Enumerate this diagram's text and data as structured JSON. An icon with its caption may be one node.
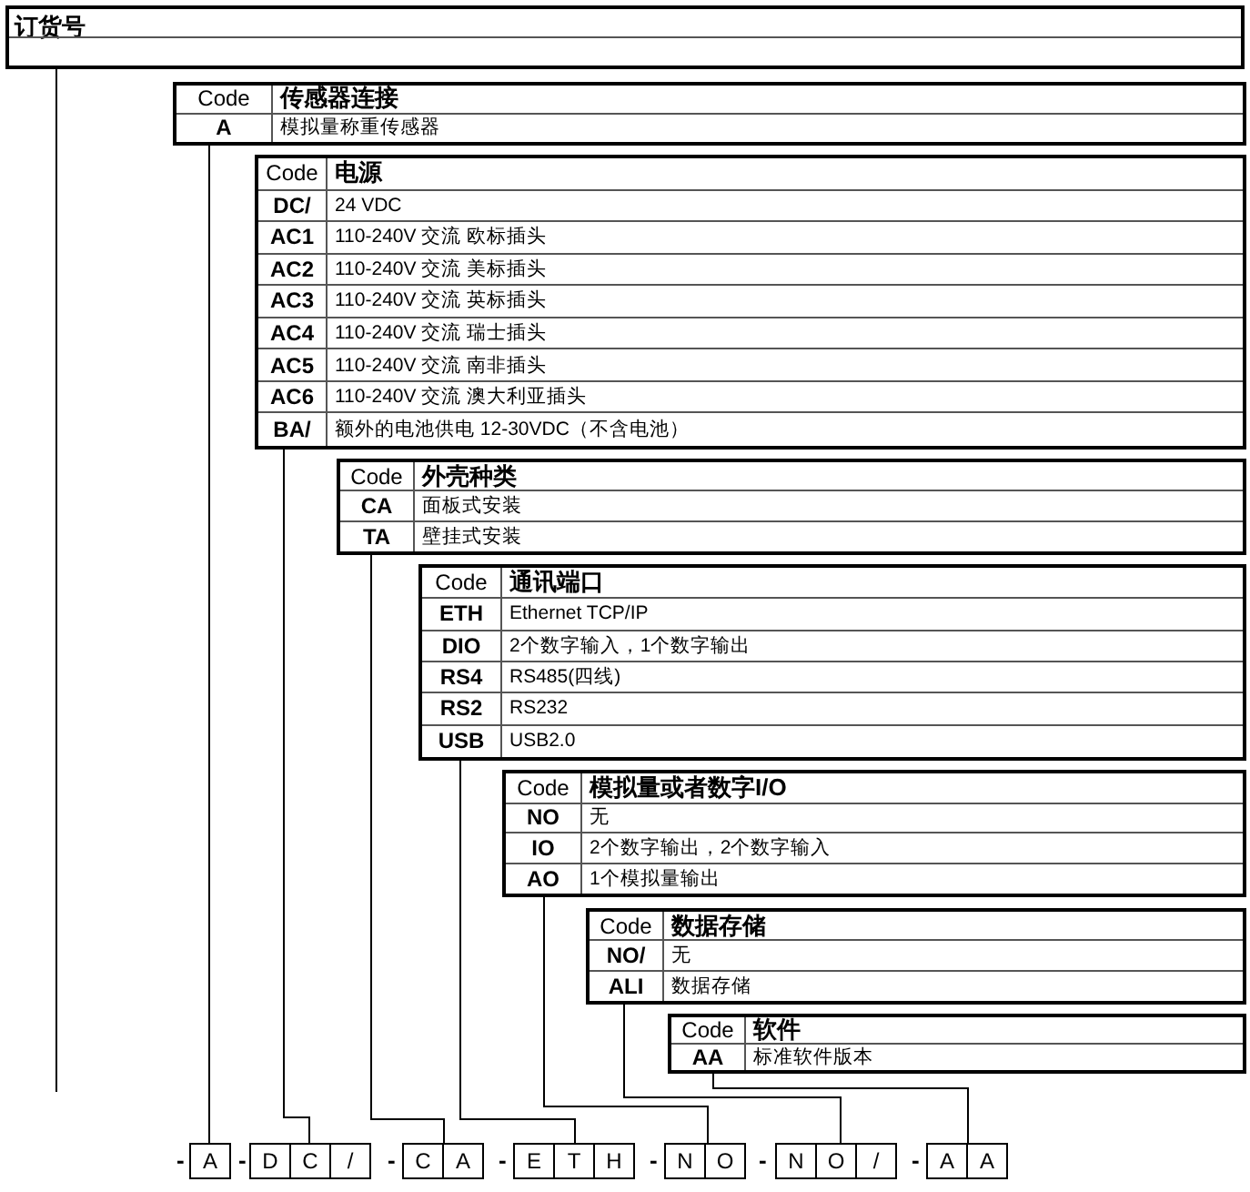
{
  "diagram": {
    "nodes": [
      {
        "text": [
          "订货号"
        ]
      },
      {
        "text": [
          "Code",
          "传感器连接",
          "A",
          "模拟量称重传感器"
        ]
      },
      {
        "text": [
          "Code",
          "电源",
          "DC/",
          "24 VDC",
          "AC1",
          "110-240V 交流 欧标插头",
          "AC2",
          "110-240V 交流 美标插头",
          "AC3",
          "110-240V 交流 英标插头",
          "AC4",
          "110-240V 交流 瑞士插头",
          "AC5",
          "110-240V 交流 南非插头",
          "AC6",
          "110-240V 交流 澳大利亚插头",
          "BA/",
          "额外的电池供电 12-30VDC（不含电池）"
        ]
      },
      {
        "text": [
          "Code",
          "外壳种类",
          "CA",
          "面板式安装",
          "TA",
          "壁挂式安装"
        ]
      },
      {
        "text": [
          "Code",
          "通讯端口",
          "ETH",
          "Ethernet TCP/IP",
          "DIO",
          "2个数字输入，1个数字输出",
          "RS4",
          "RS485(四线)",
          "RS2",
          "RS232",
          "USB",
          "USB2.0"
        ]
      },
      {
        "text": [
          "Code",
          "模拟量或者数字I/O",
          "NO",
          "无",
          "IO",
          "2个数字输出，2个数字输入",
          "AO",
          "1个模拟量输出"
        ]
      },
      {
        "text": [
          "Code",
          "数据存储",
          "NO/",
          "无",
          "ALI",
          "数据存储"
        ]
      },
      {
        "text": [
          "Code",
          "软件",
          "AA",
          "标准软件版本"
        ]
      },
      {
        "text": [
          "A"
        ]
      },
      {
        "text": [
          "D",
          "C",
          "/"
        ]
      },
      {
        "text": [
          "C",
          "A"
        ]
      },
      {
        "text": [
          "E",
          "T",
          "H"
        ]
      },
      {
        "text": [
          "N",
          "O"
        ]
      },
      {
        "text": [
          "N",
          "O",
          "/"
        ]
      },
      {
        "text": [
          "A",
          "A"
        ]
      }
    ],
    "edges": [
      {
        "from": 0,
        "to": null,
        "arrow": "none"
      },
      {
        "from": 1,
        "to": 8,
        "arrow": "none"
      },
      {
        "from": 2,
        "to": 9,
        "arrow": "none"
      },
      {
        "from": 3,
        "to": 10,
        "arrow": "none"
      },
      {
        "from": 4,
        "to": 11,
        "arrow": "none"
      },
      {
        "from": 5,
        "to": 12,
        "arrow": "none"
      },
      {
        "from": 6,
        "to": 13,
        "arrow": "none"
      },
      {
        "from": 7,
        "to": 14,
        "arrow": "none"
      }
    ],
    "labels": [
      "-",
      "-",
      "-",
      "-",
      "-",
      "-",
      "-"
    ]
  }
}
